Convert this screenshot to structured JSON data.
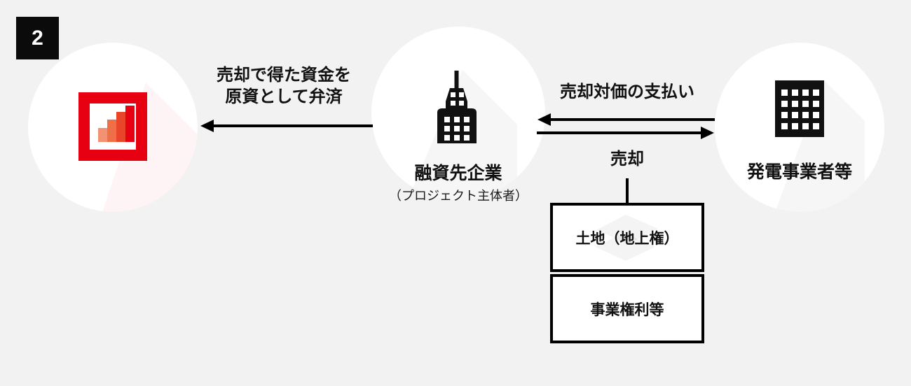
{
  "meta": {
    "background_color": "#f2f2f2",
    "accent_red": "#e60012",
    "ink": "#111111"
  },
  "badge": {
    "label": "2"
  },
  "nodes": [
    {
      "id": "lender",
      "icon": "bar-chart-icon",
      "label": "",
      "sublabel": ""
    },
    {
      "id": "borrower",
      "icon": "office-tower-icon",
      "label": "融資先企業",
      "sublabel": "（プロジェクト主体者）"
    },
    {
      "id": "power-operator",
      "icon": "building-icon",
      "label": "発電事業者等",
      "sublabel": ""
    }
  ],
  "arrows": [
    {
      "id": "repayment",
      "direction": "left",
      "caption_line1": "売却で得た資金を",
      "caption_line2": "原資として弁済"
    },
    {
      "id": "sale-proceeds",
      "direction": "left",
      "caption_line1": "売却対価の支払い",
      "caption_line2": ""
    },
    {
      "id": "sale",
      "direction": "right",
      "caption_line1": "売却",
      "caption_line2": ""
    }
  ],
  "asset_boxes": [
    {
      "id": "land",
      "label": "土地（地上権）",
      "watermark": "land-parcel-icon"
    },
    {
      "id": "business-rights",
      "label": "事業権利等",
      "watermark": ""
    }
  ],
  "chart_icon": {
    "bars": [
      {
        "height_pct": 38,
        "color": "#f29272"
      },
      {
        "height_pct": 62,
        "color": "#ef7046"
      },
      {
        "height_pct": 83,
        "color": "#e8452a"
      },
      {
        "height_pct": 100,
        "color": "#e60012"
      }
    ]
  }
}
